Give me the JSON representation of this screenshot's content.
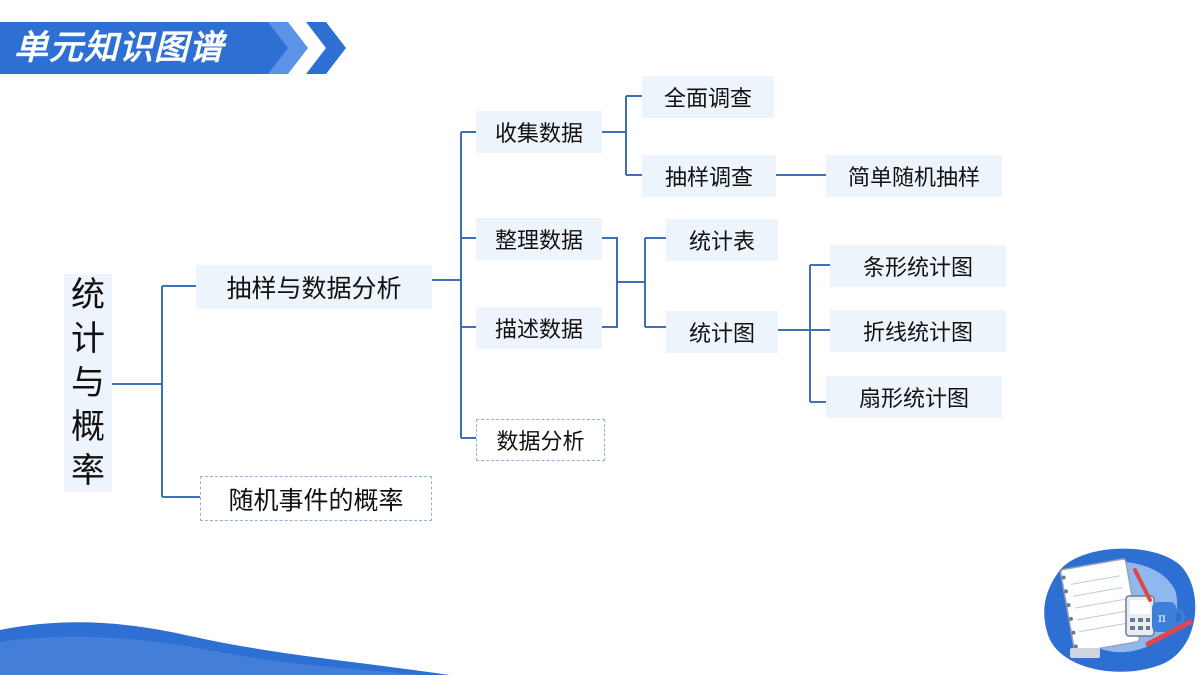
{
  "header": {
    "title": "单元知识图谱"
  },
  "diagram": {
    "root": {
      "chars": [
        "统",
        "计",
        "与",
        "概",
        "率"
      ]
    },
    "level1": [
      {
        "label": "抽样与数据分析"
      },
      {
        "label": "随机事件的概率"
      }
    ],
    "level2": [
      {
        "label": "收集数据"
      },
      {
        "label": "整理数据"
      },
      {
        "label": "描述数据"
      },
      {
        "label": "数据分析"
      }
    ],
    "collect_children": [
      {
        "label": "全面调查"
      },
      {
        "label": "抽样调查"
      }
    ],
    "sampling_child": {
      "label": "简单随机抽样"
    },
    "organize_children": [
      {
        "label": "统计表"
      },
      {
        "label": "统计图"
      }
    ],
    "chart_children": [
      {
        "label": "条形统计图"
      },
      {
        "label": "折线统计图"
      },
      {
        "label": "扇形统计图"
      }
    ]
  },
  "colors": {
    "accent": "#2e6fd4",
    "line": "#3f6fb8",
    "node_bg": "#eef4fb",
    "wave": "#2e6fd4"
  }
}
